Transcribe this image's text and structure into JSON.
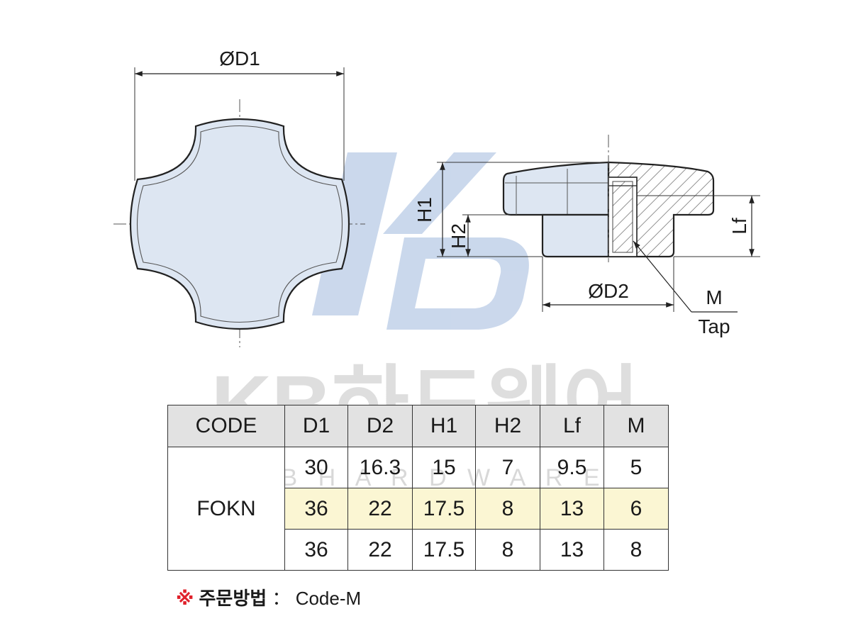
{
  "watermark": {
    "logo": "KB",
    "brand_name": "KB하드웨어",
    "brand_sub": "K B  H A R D W A R E",
    "logo_color": "#b9cbe6",
    "text_color": "#d9d9d9"
  },
  "drawing": {
    "labels": {
      "d1": "ØD1",
      "d2": "ØD2",
      "h1": "H1",
      "h2": "H2",
      "lf": "Lf",
      "m": "M",
      "tap": "Tap"
    },
    "colors": {
      "body_fill": "#dde6f2",
      "hatch": "#444444",
      "outline": "#222222"
    }
  },
  "table": {
    "columns": [
      "CODE",
      "D1",
      "D2",
      "H1",
      "H2",
      "Lf",
      "M"
    ],
    "code": "FOKN",
    "rows": [
      {
        "d1": "30",
        "d2": "16.3",
        "h1": "15",
        "h2": "7",
        "lf": "9.5",
        "m": "5",
        "highlight": false
      },
      {
        "d1": "36",
        "d2": "22",
        "h1": "17.5",
        "h2": "8",
        "lf": "13",
        "m": "6",
        "highlight": true
      },
      {
        "d1": "36",
        "d2": "22",
        "h1": "17.5",
        "h2": "8",
        "lf": "13",
        "m": "8",
        "highlight": false
      }
    ],
    "header_bg": "#e2e2e2",
    "highlight_bg": "#fbf6d3"
  },
  "order_note": {
    "mark": "※",
    "label": "주문방법",
    "separator": "：",
    "value": "Code-M"
  }
}
